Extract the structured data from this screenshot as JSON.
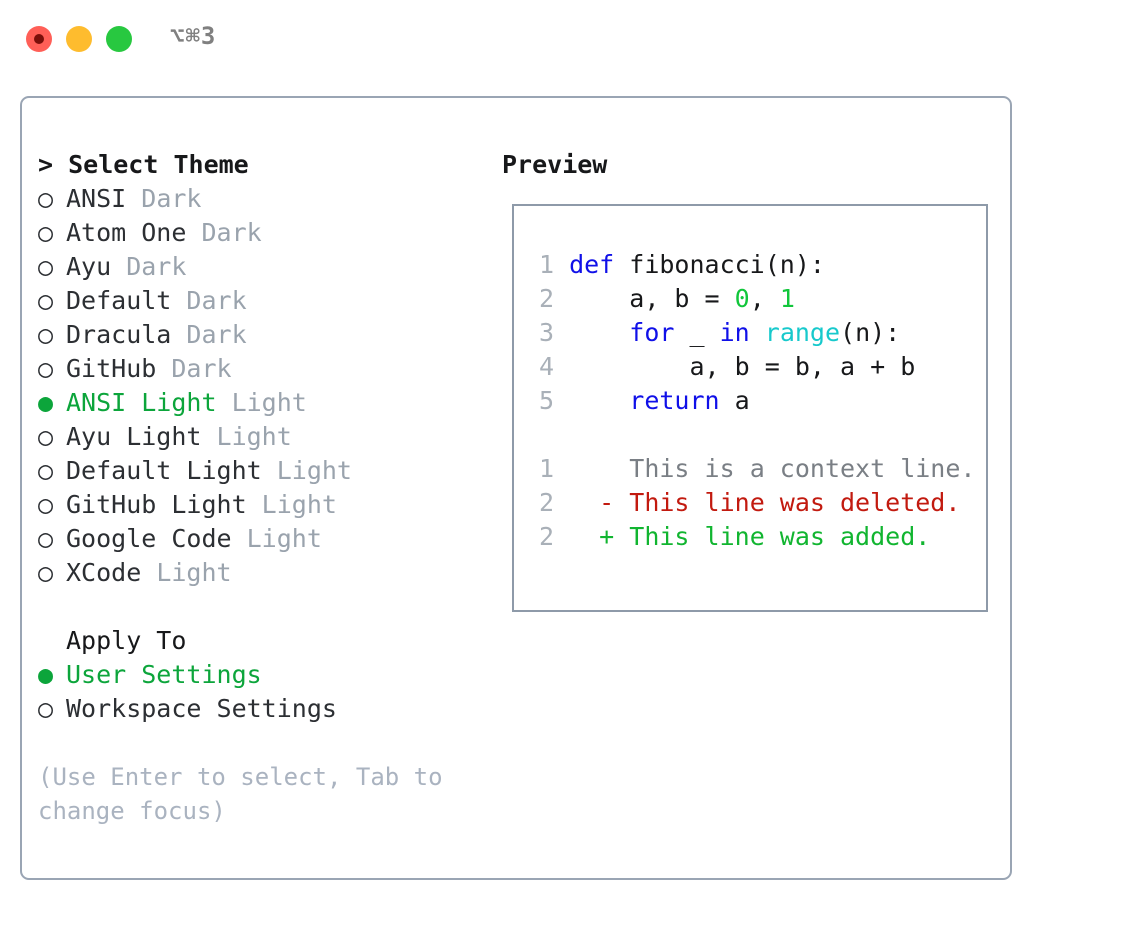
{
  "window": {
    "shortcut": "⌥⌘3",
    "traffic_lights": [
      {
        "name": "close",
        "color": "#FF5F57"
      },
      {
        "name": "minimize",
        "color": "#FEBC2E"
      },
      {
        "name": "maximize",
        "color": "#28C840"
      }
    ]
  },
  "theme_selector": {
    "header": "> Select Theme",
    "items": [
      {
        "marker": "○",
        "name": "ANSI",
        "suffix": "Dark",
        "selected": false
      },
      {
        "marker": "○",
        "name": "Atom One",
        "suffix": "Dark",
        "selected": false
      },
      {
        "marker": "○",
        "name": "Ayu",
        "suffix": "Dark",
        "selected": false
      },
      {
        "marker": "○",
        "name": "Default",
        "suffix": "Dark",
        "selected": false
      },
      {
        "marker": "○",
        "name": "Dracula",
        "suffix": "Dark",
        "selected": false
      },
      {
        "marker": "○",
        "name": "GitHub",
        "suffix": "Dark",
        "selected": false
      },
      {
        "marker": "●",
        "name": "ANSI Light",
        "suffix": "Light",
        "selected": true
      },
      {
        "marker": "○",
        "name": "Ayu Light",
        "suffix": "Light",
        "selected": false
      },
      {
        "marker": "○",
        "name": "Default Light",
        "suffix": "Light",
        "selected": false
      },
      {
        "marker": "○",
        "name": "GitHub Light",
        "suffix": "Light",
        "selected": false
      },
      {
        "marker": "○",
        "name": "Google Code",
        "suffix": "Light",
        "selected": false
      },
      {
        "marker": "○",
        "name": "XCode",
        "suffix": "Light",
        "selected": false
      }
    ]
  },
  "apply_to": {
    "header": "Apply To",
    "items": [
      {
        "marker": "●",
        "name": "User Settings",
        "selected": true
      },
      {
        "marker": "○",
        "name": "Workspace Settings",
        "selected": false
      }
    ]
  },
  "hint": "(Use Enter to select, Tab to change focus)",
  "preview": {
    "header": "Preview",
    "code_lines": [
      {
        "lno": "1",
        "tokens": [
          {
            "t": "def",
            "c": "kw"
          },
          {
            "t": " fibonacci(n):",
            "c": "plain"
          }
        ]
      },
      {
        "lno": "2",
        "tokens": [
          {
            "t": "    a, b = ",
            "c": "plain"
          },
          {
            "t": "0",
            "c": "num"
          },
          {
            "t": ", ",
            "c": "plain"
          },
          {
            "t": "1",
            "c": "num"
          }
        ]
      },
      {
        "lno": "3",
        "tokens": [
          {
            "t": "    ",
            "c": "plain"
          },
          {
            "t": "for",
            "c": "kw"
          },
          {
            "t": " _ ",
            "c": "plain"
          },
          {
            "t": "in",
            "c": "kw"
          },
          {
            "t": " ",
            "c": "plain"
          },
          {
            "t": "range",
            "c": "fn"
          },
          {
            "t": "(n):",
            "c": "plain"
          }
        ]
      },
      {
        "lno": "4",
        "tokens": [
          {
            "t": "        a, b = b, a + b",
            "c": "plain"
          }
        ]
      },
      {
        "lno": "5",
        "tokens": [
          {
            "t": "    ",
            "c": "plain"
          },
          {
            "t": "return",
            "c": "kw"
          },
          {
            "t": " a",
            "c": "plain"
          }
        ]
      }
    ],
    "diff_lines": [
      {
        "lno": "1",
        "marker": " ",
        "text": "This is a context line.",
        "kind": "d-ctx"
      },
      {
        "lno": "2",
        "marker": "-",
        "text": "This line was deleted.",
        "kind": "d-del"
      },
      {
        "lno": "2",
        "marker": "+",
        "text": "This line was added.",
        "kind": "d-add"
      }
    ]
  },
  "colors": {
    "accent_green": "#0CA53B",
    "keyword_blue": "#1010E8",
    "function_cyan": "#17C9CC",
    "number_green": "#11C63B",
    "diff_add": "#11B530",
    "diff_del": "#C21A0F",
    "muted_gray": "#9aa3ad",
    "hint_gray": "#aab3c0",
    "panel_border": "#9aa5b4"
  }
}
